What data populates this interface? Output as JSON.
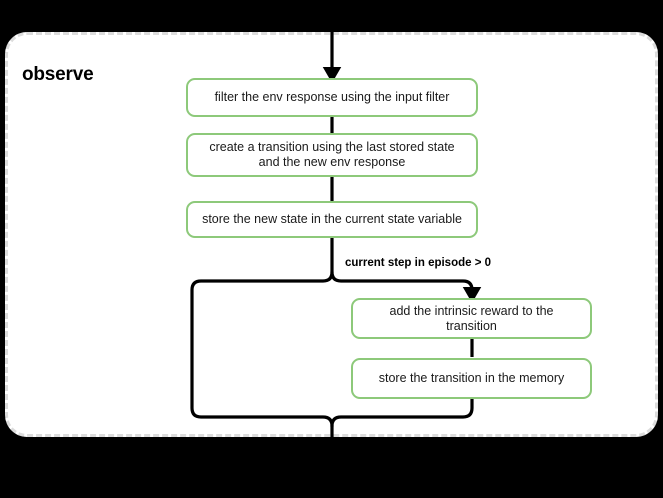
{
  "group": {
    "title": "observe",
    "border_style": "dashed",
    "border_color": "#dcdcdc",
    "background": "#ffffff"
  },
  "page": {
    "background": "#000000",
    "accent_color": "#8dc97a",
    "line_color": "#000000"
  },
  "steps": [
    {
      "id": "filter-env-response",
      "label": "filter the env response using the input filter",
      "branch": "main"
    },
    {
      "id": "create-transition",
      "label": "create a transition using the last stored state and the new env response",
      "branch": "main"
    },
    {
      "id": "store-new-state",
      "label": "store the new state in the current state variable",
      "branch": "main"
    },
    {
      "id": "add-intrinsic-reward",
      "label": "add the intrinsic reward to the transition",
      "branch": "conditional"
    },
    {
      "id": "store-transition-memory",
      "label": "store the transition in the memory",
      "branch": "conditional"
    }
  ],
  "branch_label": {
    "text": "current step in episode > 0"
  }
}
